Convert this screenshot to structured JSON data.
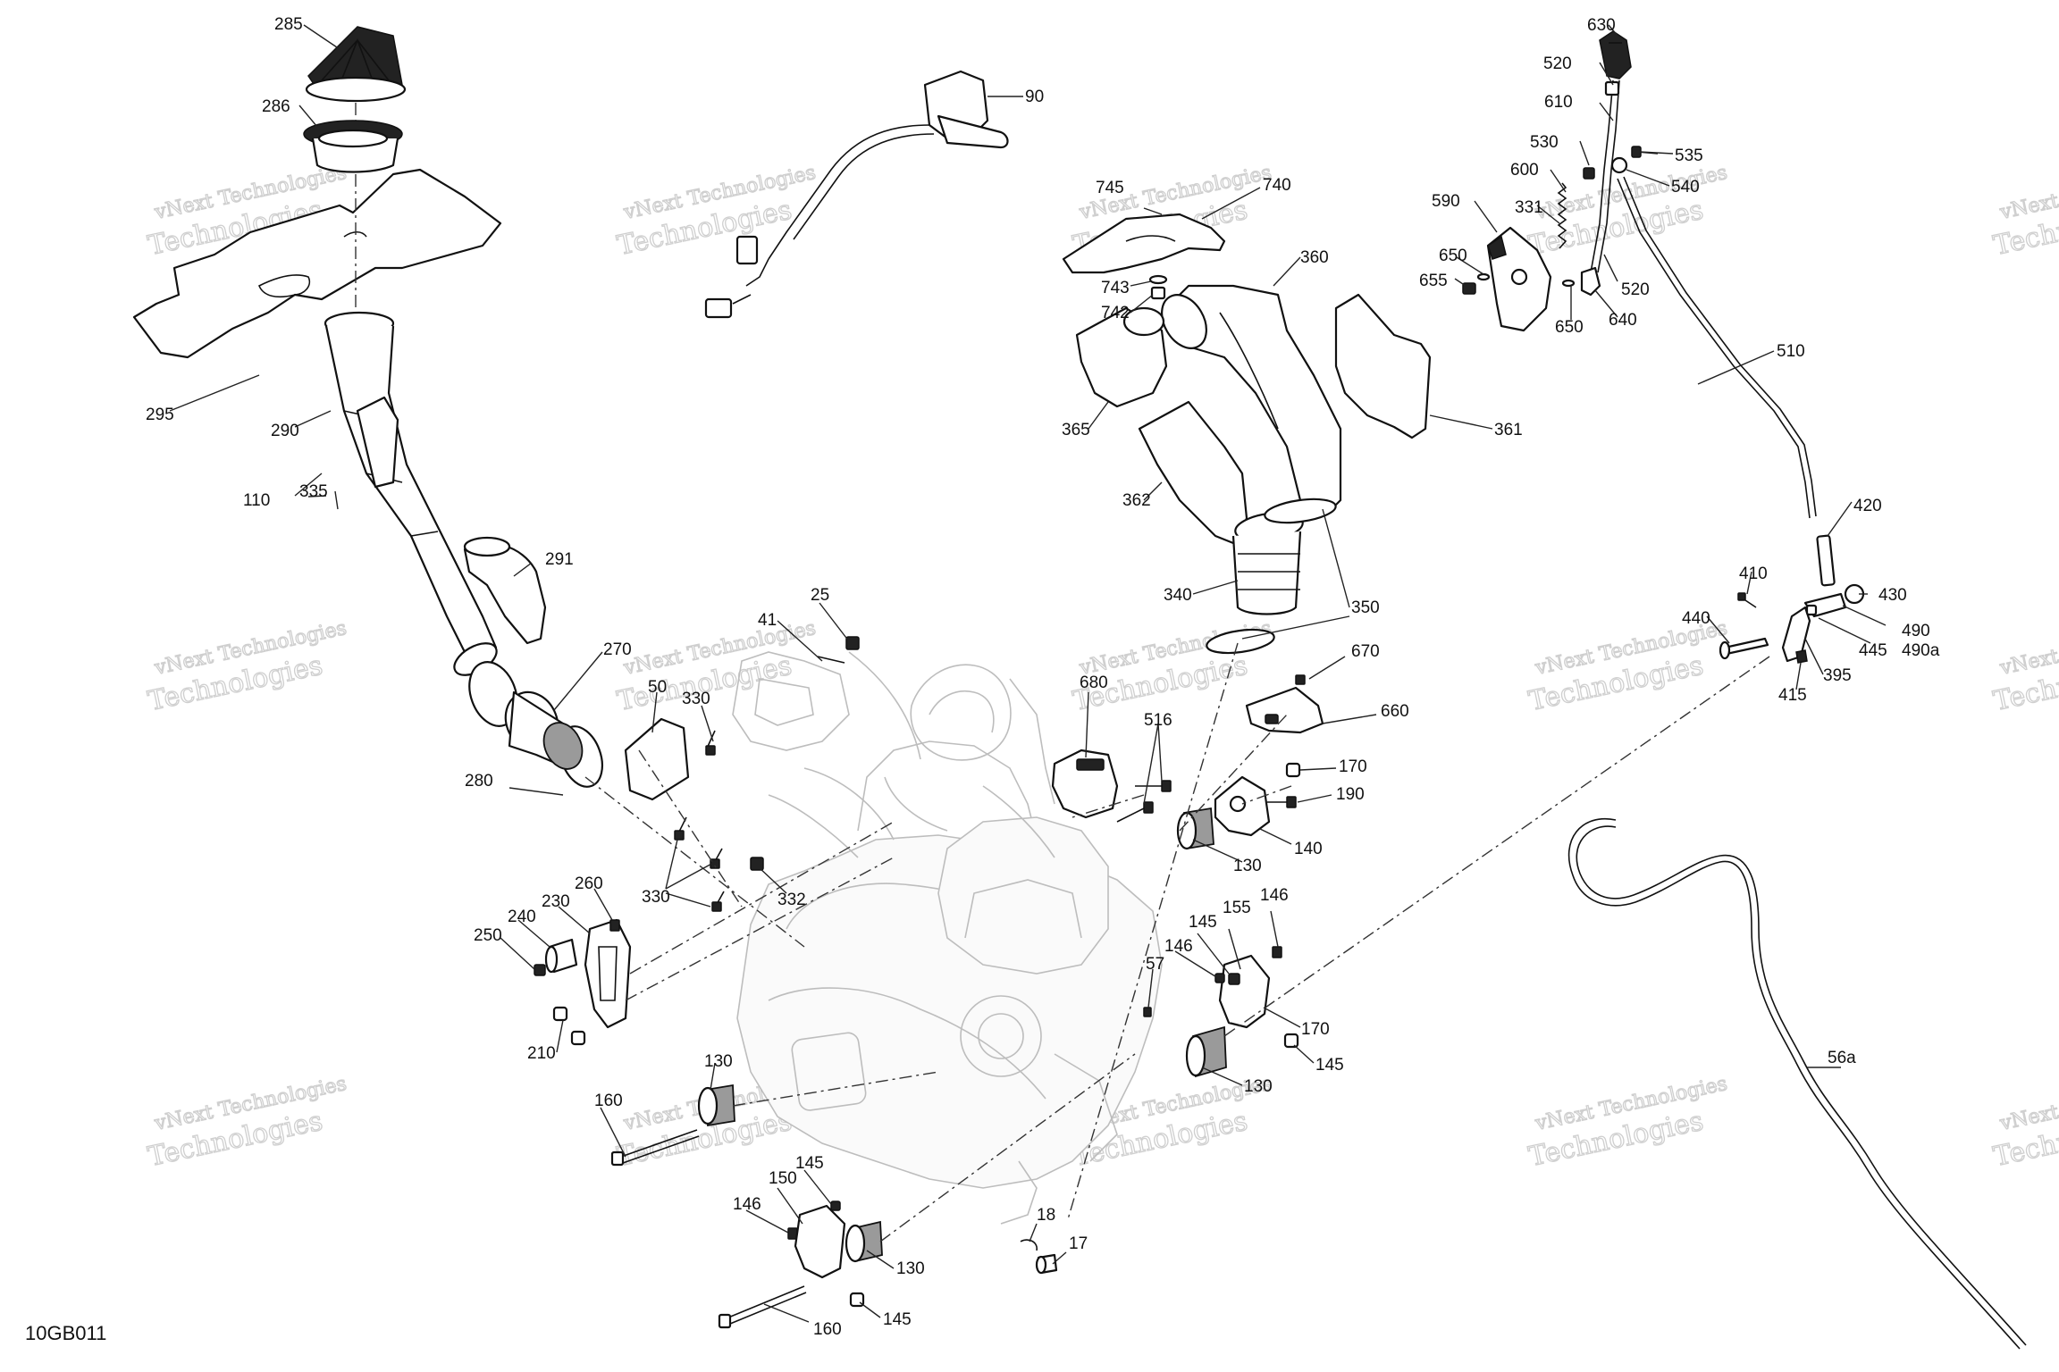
{
  "diagram_code": "10GB011",
  "watermark": {
    "line1": "vNext Technologies",
    "line2": "Technologies"
  },
  "callouts": [
    "285",
    "286",
    "295",
    "290",
    "110",
    "335",
    "291",
    "270",
    "280",
    "90",
    "745",
    "740",
    "743",
    "742",
    "360",
    "365",
    "361",
    "362",
    "340",
    "350",
    "630",
    "520",
    "610",
    "530",
    "535",
    "540",
    "600",
    "331",
    "590",
    "650",
    "655",
    "520",
    "640",
    "650",
    "510",
    "420",
    "410",
    "430",
    "440",
    "490",
    "490a",
    "445",
    "395",
    "415",
    "25",
    "41",
    "50",
    "330",
    "330",
    "332",
    "680",
    "516",
    "670",
    "660",
    "170",
    "190",
    "140",
    "130",
    "260",
    "230",
    "240",
    "250",
    "210",
    "145",
    "155",
    "146",
    "146",
    "57",
    "170",
    "145",
    "130",
    "130",
    "160",
    "145",
    "150",
    "146",
    "130",
    "145",
    "160",
    "18",
    "17",
    "56a"
  ]
}
